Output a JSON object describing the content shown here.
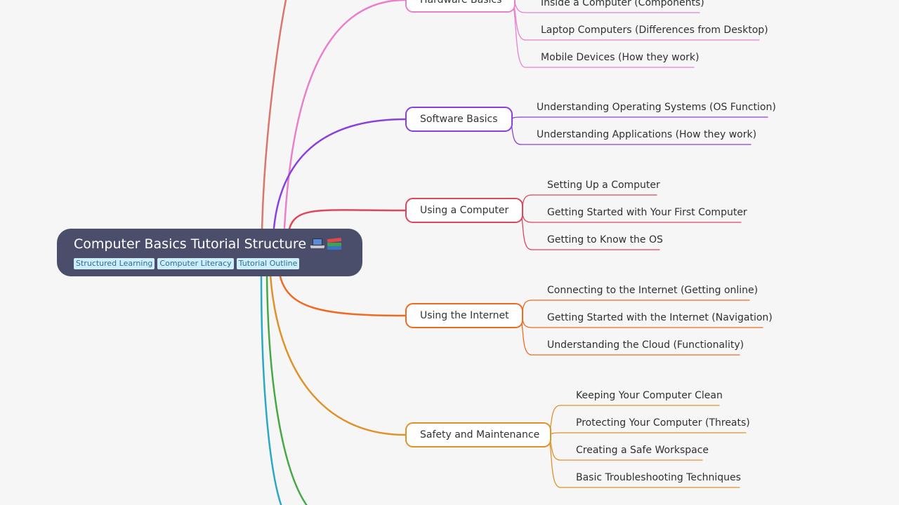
{
  "root": {
    "title": "Computer Basics Tutorial Structure",
    "emoji": [
      "laptop-icon",
      "books-icon"
    ],
    "tags": [
      "Structured Learning",
      "Computer Literacy",
      "Tutorial Outline"
    ],
    "color": "#4a4e6b",
    "tag_bg": "#cdeefd"
  },
  "branches": [
    {
      "label": "Hardware Basics",
      "color": "#e880cc",
      "children": [
        "Inside a Computer (Components)",
        "Laptop Computers (Differences from Desktop)",
        "Mobile Devices (How they work)"
      ]
    },
    {
      "label": "Software Basics",
      "color": "#8a3fe0",
      "children": [
        "Understanding Operating Systems (OS Function)",
        "Understanding Applications (How they work)"
      ]
    },
    {
      "label": "Using a Computer",
      "color": "#e0465a",
      "children": [
        "Setting Up a Computer",
        "Getting Started with Your First Computer",
        "Getting to Know the OS"
      ]
    },
    {
      "label": "Using the Internet",
      "color": "#f06a22",
      "children": [
        "Connecting to the Internet (Getting online)",
        "Getting Started with the Internet (Navigation)",
        "Understanding the Cloud (Functionality)"
      ]
    },
    {
      "label": "Safety and Maintenance",
      "color": "#e0922a",
      "children": [
        "Keeping Your Computer Clean",
        "Protecting Your Computer (Threats)",
        "Creating a Safe Workspace",
        "Basic Troubleshooting Techniques"
      ]
    }
  ],
  "offscreen_branch_colors": [
    "#d9766e",
    "#45a845",
    "#2aa8c4"
  ]
}
